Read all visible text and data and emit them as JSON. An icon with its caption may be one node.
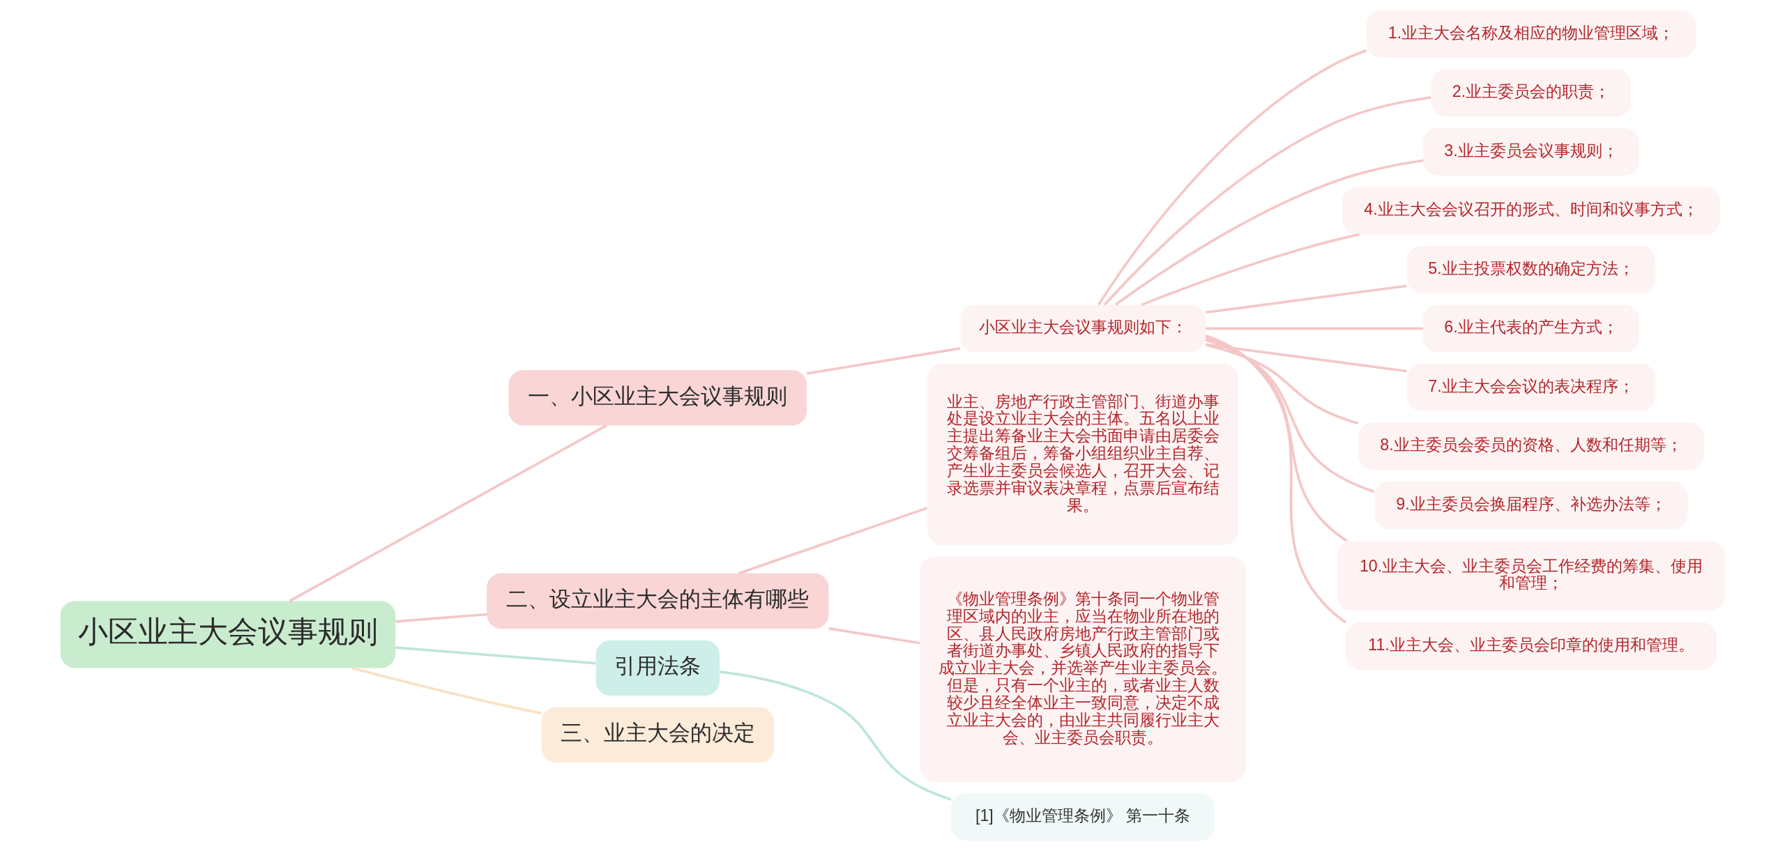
{
  "diagram": {
    "nodes": [
      {
        "text": [
          "小区业主大会议事规则"
        ]
      },
      {
        "text": [
          "一、小区业主大会议事规则"
        ]
      },
      {
        "text": [
          "小区业主大会议事规则如下："
        ]
      },
      {
        "text": [
          "1.业主大会名称及相应的物业管理区域；"
        ]
      },
      {
        "text": [
          "2.业主委员会的职责；"
        ]
      },
      {
        "text": [
          "3.业主委员会议事规则；"
        ]
      },
      {
        "text": [
          "4.业主大会会议召开的形式、时间和议事方式；"
        ]
      },
      {
        "text": [
          "5.业主投票权数的确定方法；"
        ]
      },
      {
        "text": [
          "6.业主代表的产生方式；"
        ]
      },
      {
        "text": [
          "7.业主大会会议的表决程序；"
        ]
      },
      {
        "text": [
          "8.业主委员会委员的资格、人数和任期等；"
        ]
      },
      {
        "text": [
          "9.业主委员会换届程序、补选办法等；"
        ]
      },
      {
        "text": [
          "10.业主大会、业主委员会工作经费的筹集、使用和管理；"
        ]
      },
      {
        "text": [
          "11.业主大会、业主委员会印章的使用和管理。"
        ]
      },
      {
        "text": [
          "二、设立业主大会的主体有哪些"
        ]
      },
      {
        "text": [
          "业主、房地产行政主管部门、街道办事处是设立业主大会的主体。五名以上业主提出筹备业主大会书面申请由居委会交筹备组后，筹备小组组织业主自荐、产生业主委员会候选人，召开大会、记录选票并审议表决章程，点票后宣布结果。"
        ]
      },
      {
        "text": [
          "《物业管理条例》第十条同一个物业管理区域内的业主，应当在物业所在地的区、县人民政府房地产行政主管部门或者街道办事处、乡镇人民政府的指导下成立业主大会，并选举产生业主委员会。但是，只有一个业主的，或者业主人数较少且经全体业主一致同意，决定不成立业主大会的，由业主共同履行业主大会、业主委员会职责。"
        ]
      },
      {
        "text": [
          "引用法条"
        ]
      },
      {
        "text": [
          "[1]《物业管理条例》 第一十条"
        ]
      },
      {
        "text": [
          "三、业主大会的决定"
        ]
      }
    ],
    "edges": [
      {
        "from": 0,
        "to": 1,
        "arrow": "none"
      },
      {
        "from": 1,
        "to": 2,
        "arrow": "none"
      },
      {
        "from": 2,
        "to": 3,
        "arrow": "none"
      },
      {
        "from": 2,
        "to": 4,
        "arrow": "none"
      },
      {
        "from": 2,
        "to": 5,
        "arrow": "none"
      },
      {
        "from": 2,
        "to": 6,
        "arrow": "none"
      },
      {
        "from": 2,
        "to": 7,
        "arrow": "none"
      },
      {
        "from": 2,
        "to": 8,
        "arrow": "none"
      },
      {
        "from": 2,
        "to": 9,
        "arrow": "none"
      },
      {
        "from": 2,
        "to": 10,
        "arrow": "none"
      },
      {
        "from": 2,
        "to": 11,
        "arrow": "none"
      },
      {
        "from": 2,
        "to": 12,
        "arrow": "none"
      },
      {
        "from": 2,
        "to": 13,
        "arrow": "none"
      },
      {
        "from": 0,
        "to": 14,
        "arrow": "none"
      },
      {
        "from": 14,
        "to": 15,
        "arrow": "none"
      },
      {
        "from": 14,
        "to": 16,
        "arrow": "none"
      },
      {
        "from": 0,
        "to": 17,
        "arrow": "none",
        "color": "#bfe5de"
      },
      {
        "from": 17,
        "to": 18,
        "arrow": "none",
        "color": "#bfe5de"
      },
      {
        "from": 0,
        "to": 19,
        "arrow": "none",
        "color": "#fbe1c2"
      }
    ]
  }
}
